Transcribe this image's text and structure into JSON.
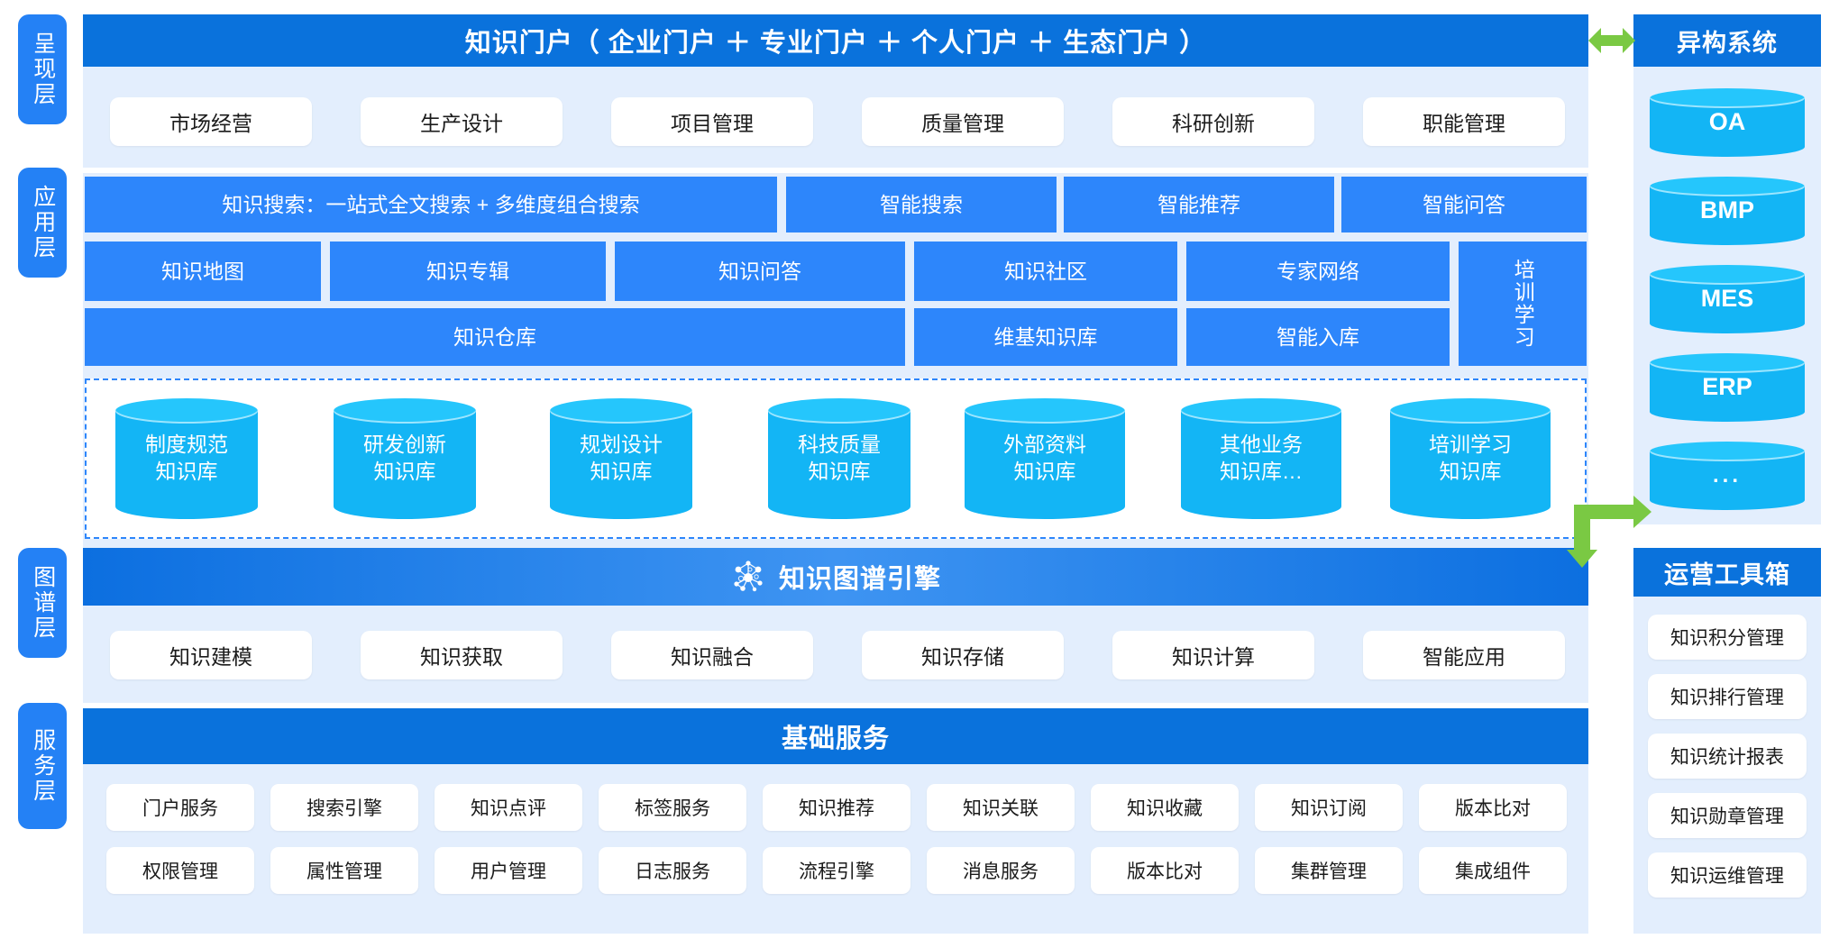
{
  "layers": [
    {
      "id": "presentation",
      "label": "呈现层"
    },
    {
      "id": "application",
      "label": "应用层"
    },
    {
      "id": "graph",
      "label": "图谱层"
    },
    {
      "id": "service",
      "label": "服务层"
    }
  ],
  "presentation": {
    "title": "知识门户（ 企业门户 ＋ 专业门户 ＋ 个人门户 ＋ 生态门户 ）",
    "chips": [
      "市场经营",
      "生产设计",
      "项目管理",
      "质量管理",
      "科研创新",
      "职能管理"
    ]
  },
  "application": {
    "row1": [
      "知识搜索：一站式全文搜索 + 多维度组合搜索",
      "智能搜索",
      "智能推荐",
      "智能问答"
    ],
    "row2": [
      "知识地图",
      "知识专辑",
      "知识问答",
      "知识社区",
      "专家网络"
    ],
    "row3": [
      "知识仓库",
      "维基知识库",
      "智能入库"
    ],
    "side_tall": "培训学习",
    "knowledge_bases": [
      "制度规范\n知识库",
      "研发创新\n知识库",
      "规划设计\n知识库",
      "科技质量\n知识库",
      "外部资料\n知识库",
      "其他业务\n知识库…",
      "培训学习\n知识库"
    ]
  },
  "graph": {
    "engine_title": "知识图谱引擎",
    "engine_icon": "knowledge-graph-icon",
    "chips": [
      "知识建模",
      "知识获取",
      "知识融合",
      "知识存储",
      "知识计算",
      "智能应用"
    ]
  },
  "service": {
    "title": "基础服务",
    "row1": [
      "门户服务",
      "搜索引擎",
      "知识点评",
      "标签服务",
      "知识推荐",
      "知识关联",
      "知识收藏",
      "知识订阅",
      "版本比对"
    ],
    "row2": [
      "权限管理",
      "属性管理",
      "用户管理",
      "日志服务",
      "流程引擎",
      "消息服务",
      "版本比对",
      "集群管理",
      "集成组件"
    ]
  },
  "heterogeneous": {
    "title": "异构系统",
    "systems": [
      "OA",
      "BMP",
      "MES",
      "ERP",
      "..."
    ]
  },
  "toolbox": {
    "title": "运营工具箱",
    "items": [
      "知识积分管理",
      "知识排行管理",
      "知识统计报表",
      "知识勋章管理",
      "知识运维管理"
    ]
  },
  "arrows": {
    "top": "bidirectional-arrow-icon",
    "bottom": "elbow-arrow-icon"
  },
  "colors": {
    "header_blue": "#0A72DC",
    "panel_blue": "#E3EEFD",
    "box_blue": "#2D86FB",
    "tab_blue": "#2481F5",
    "cyl_cyan": "#13B5F5",
    "cyl_top": "#25C6FC",
    "arrow_green": "#7AC943"
  }
}
